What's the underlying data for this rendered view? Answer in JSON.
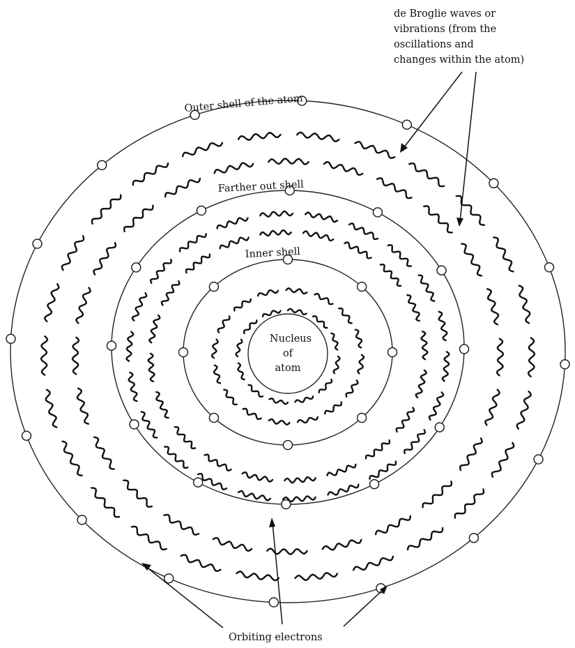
{
  "diagram": {
    "labels": {
      "outer_shell": "Outer shell of the atom",
      "farther_shell": "Farther out shell",
      "inner_shell": "Inner shell",
      "nucleus": [
        "Nucleus",
        "of",
        "atom"
      ],
      "waves": [
        "de Broglie waves or",
        "vibrations (from the",
        "oscillations and",
        "changes within the atom)"
      ],
      "electrons": "Orbiting electrons"
    },
    "shells": [
      {
        "name": "outer",
        "electron_count": 16
      },
      {
        "name": "farther",
        "electron_count": 12
      },
      {
        "name": "inner",
        "electron_count": 8
      }
    ],
    "nucleus_count": 1,
    "wave_rings": 6
  }
}
